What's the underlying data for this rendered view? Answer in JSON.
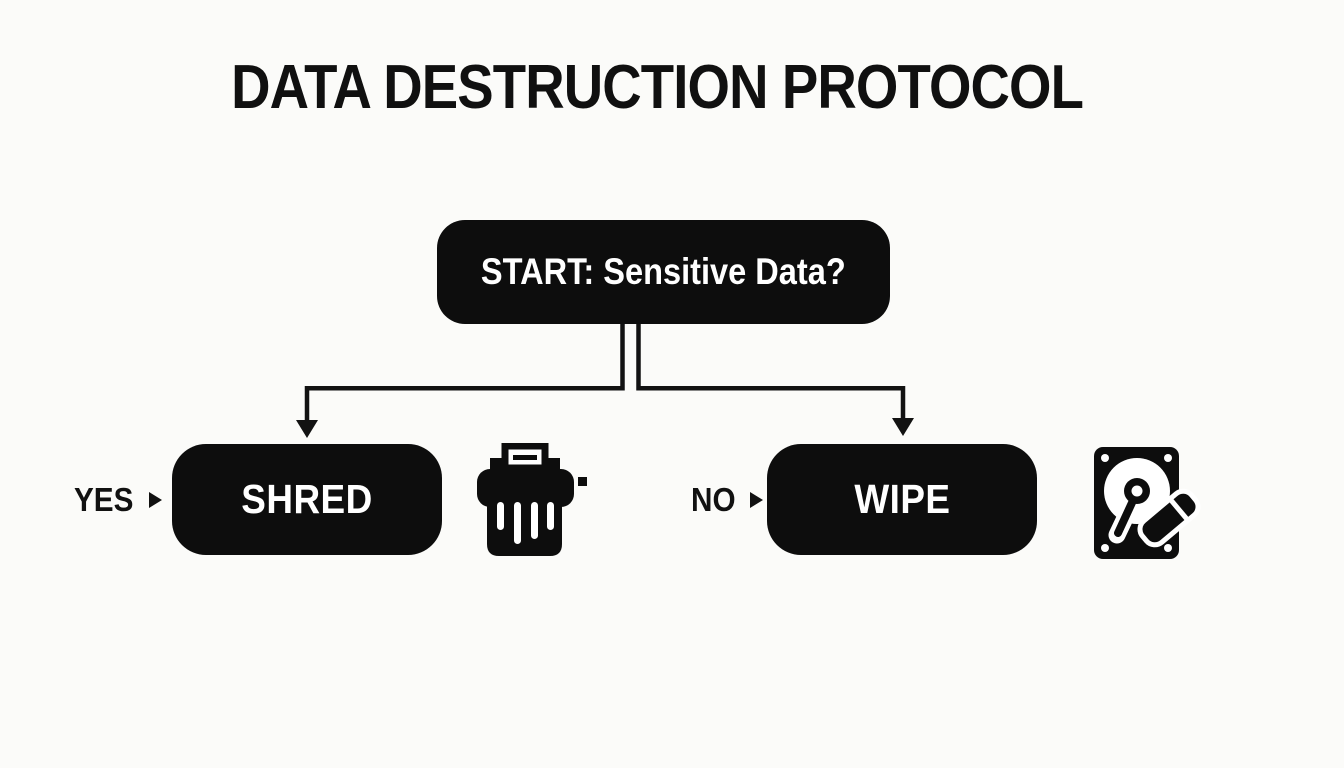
{
  "title": "DATA DESTRUCTION PROTOCOL",
  "flowchart": {
    "start": {
      "label": "START: Sensitive Data?"
    },
    "branches": [
      {
        "condition": "YES",
        "action": "SHRED",
        "icon": "paper-shredder"
      },
      {
        "condition": "NO",
        "action": "WIPE",
        "icon": "hard-drive-wipe"
      }
    ]
  },
  "colors": {
    "background": "#fbfbf9",
    "node_background": "#0d0d0d",
    "node_text": "#ffffff",
    "line": "#121212",
    "label_text": "#111111"
  }
}
